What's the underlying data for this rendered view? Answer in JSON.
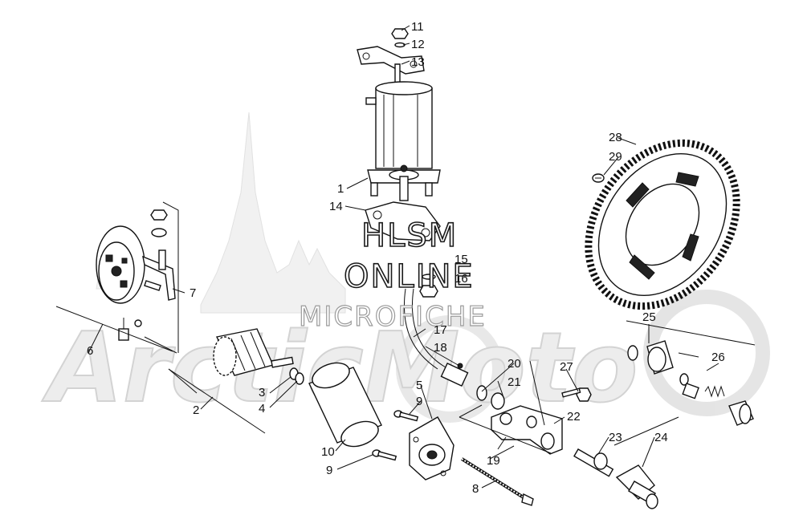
{
  "watermark": {
    "line1": "HLSM",
    "line2": "ONLINE",
    "line3": "MICROFICHE",
    "brand": "ArcticMoto"
  },
  "callouts": [
    {
      "id": "c11",
      "text": "11"
    },
    {
      "id": "c12",
      "text": "12"
    },
    {
      "id": "c13",
      "text": "13"
    },
    {
      "id": "c1",
      "text": "1"
    },
    {
      "id": "c14",
      "text": "14"
    },
    {
      "id": "c15",
      "text": "15"
    },
    {
      "id": "c16",
      "text": "16"
    },
    {
      "id": "c28",
      "text": "28"
    },
    {
      "id": "c29",
      "text": "29"
    },
    {
      "id": "c7",
      "text": "7"
    },
    {
      "id": "c6",
      "text": "6"
    },
    {
      "id": "c17",
      "text": "17"
    },
    {
      "id": "c18",
      "text": "18"
    },
    {
      "id": "c25",
      "text": "25"
    },
    {
      "id": "c26",
      "text": "26"
    },
    {
      "id": "c20",
      "text": "20"
    },
    {
      "id": "c21",
      "text": "21"
    },
    {
      "id": "c27",
      "text": "27"
    },
    {
      "id": "c3",
      "text": "3"
    },
    {
      "id": "c4",
      "text": "4"
    },
    {
      "id": "c2",
      "text": "2"
    },
    {
      "id": "c5",
      "text": "5"
    },
    {
      "id": "c9a",
      "text": "9"
    },
    {
      "id": "c22",
      "text": "22"
    },
    {
      "id": "c23",
      "text": "23"
    },
    {
      "id": "c24",
      "text": "24"
    },
    {
      "id": "c10",
      "text": "10"
    },
    {
      "id": "c19",
      "text": "19"
    },
    {
      "id": "c9b",
      "text": "9"
    },
    {
      "id": "c8",
      "text": "8"
    }
  ]
}
